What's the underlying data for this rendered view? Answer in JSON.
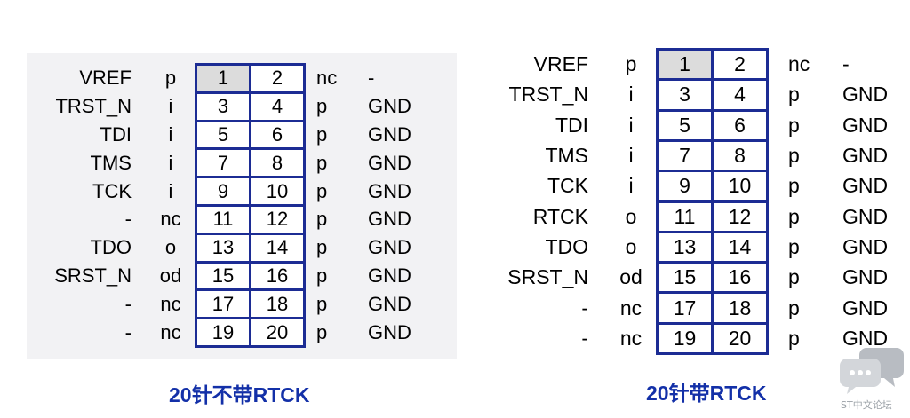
{
  "left": {
    "caption": "20针不带RTCK",
    "rows": [
      {
        "name": "VREF",
        "type": "p",
        "pin_a": "1",
        "pin_b": "2",
        "right_type": "nc",
        "right_name": "-",
        "highlight": true
      },
      {
        "name": "TRST_N",
        "type": "i",
        "pin_a": "3",
        "pin_b": "4",
        "right_type": "p",
        "right_name": "GND"
      },
      {
        "name": "TDI",
        "type": "i",
        "pin_a": "5",
        "pin_b": "6",
        "right_type": "p",
        "right_name": "GND"
      },
      {
        "name": "TMS",
        "type": "i",
        "pin_a": "7",
        "pin_b": "8",
        "right_type": "p",
        "right_name": "GND"
      },
      {
        "name": "TCK",
        "type": "i",
        "pin_a": "9",
        "pin_b": "10",
        "right_type": "p",
        "right_name": "GND"
      },
      {
        "name": "-",
        "type": "nc",
        "pin_a": "11",
        "pin_b": "12",
        "right_type": "p",
        "right_name": "GND"
      },
      {
        "name": "TDO",
        "type": "o",
        "pin_a": "13",
        "pin_b": "14",
        "right_type": "p",
        "right_name": "GND"
      },
      {
        "name": "SRST_N",
        "type": "od",
        "pin_a": "15",
        "pin_b": "16",
        "right_type": "p",
        "right_name": "GND"
      },
      {
        "name": "-",
        "type": "nc",
        "pin_a": "17",
        "pin_b": "18",
        "right_type": "p",
        "right_name": "GND"
      },
      {
        "name": "-",
        "type": "nc",
        "pin_a": "19",
        "pin_b": "20",
        "right_type": "p",
        "right_name": "GND"
      }
    ]
  },
  "right": {
    "caption": "20针带RTCK",
    "rows": [
      {
        "name": "VREF",
        "type": "p",
        "pin_a": "1",
        "pin_b": "2",
        "right_type": "nc",
        "right_name": "-",
        "highlight": true
      },
      {
        "name": "TRST_N",
        "type": "i",
        "pin_a": "3",
        "pin_b": "4",
        "right_type": "p",
        "right_name": "GND"
      },
      {
        "name": "TDI",
        "type": "i",
        "pin_a": "5",
        "pin_b": "6",
        "right_type": "p",
        "right_name": "GND"
      },
      {
        "name": "TMS",
        "type": "i",
        "pin_a": "7",
        "pin_b": "8",
        "right_type": "p",
        "right_name": "GND"
      },
      {
        "name": "TCK",
        "type": "i",
        "pin_a": "9",
        "pin_b": "10",
        "right_type": "p",
        "right_name": "GND"
      },
      {
        "name": "RTCK",
        "type": "o",
        "pin_a": "11",
        "pin_b": "12",
        "right_type": "p",
        "right_name": "GND"
      },
      {
        "name": "TDO",
        "type": "o",
        "pin_a": "13",
        "pin_b": "14",
        "right_type": "p",
        "right_name": "GND"
      },
      {
        "name": "SRST_N",
        "type": "od",
        "pin_a": "15",
        "pin_b": "16",
        "right_type": "p",
        "right_name": "GND"
      },
      {
        "name": "-",
        "type": "nc",
        "pin_a": "17",
        "pin_b": "18",
        "right_type": "p",
        "right_name": "GND"
      },
      {
        "name": "-",
        "type": "nc",
        "pin_a": "19",
        "pin_b": "20",
        "right_type": "p",
        "right_name": "GND"
      }
    ]
  },
  "watermark": {
    "text": "ST中文论坛",
    "icon": "chat-bubbles-icon"
  },
  "colors": {
    "grid_border": "#1c2c94",
    "caption": "#1330a8",
    "highlight_cell": "#dcdcdc"
  }
}
